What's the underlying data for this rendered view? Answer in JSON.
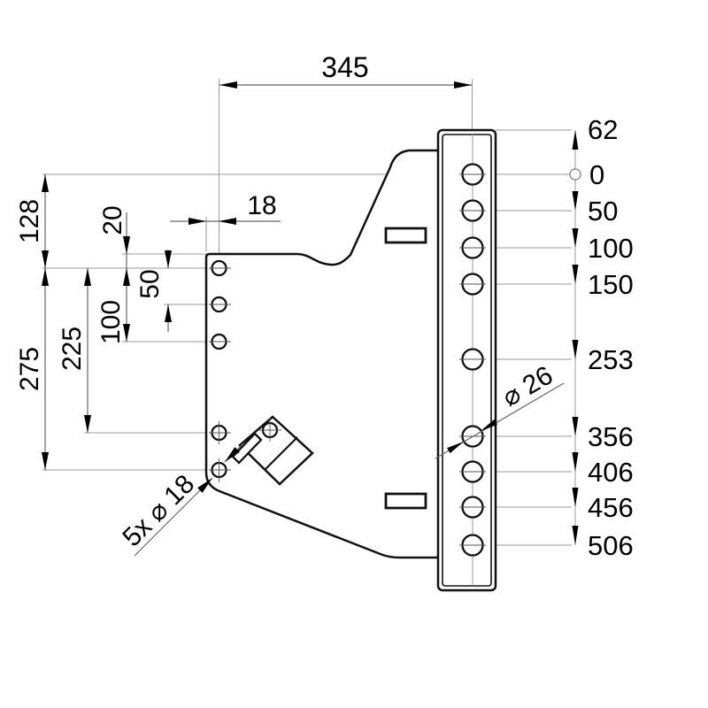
{
  "drawing": {
    "top_width": "345",
    "left": {
      "v128": "128",
      "v275": "275",
      "v225": "225",
      "v100": "100",
      "v50": "50",
      "v20": "20",
      "v18": "18"
    },
    "right_ordinates": [
      "62",
      "0",
      "50",
      "100",
      "150",
      "253",
      "356",
      "406",
      "456",
      "506"
    ],
    "callouts": {
      "small_holes": "5x ⌀ 18",
      "large_hole": "⌀ 26"
    }
  }
}
